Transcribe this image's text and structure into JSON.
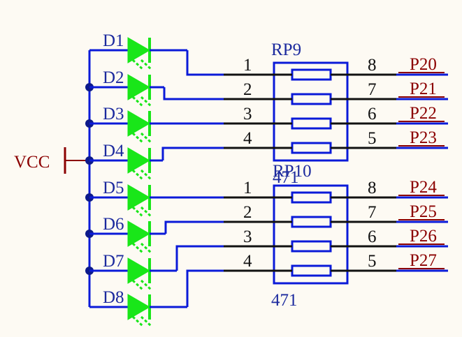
{
  "power": {
    "label": "VCC"
  },
  "leds": [
    "D1",
    "D2",
    "D3",
    "D4",
    "D5",
    "D6",
    "D7",
    "D8"
  ],
  "resistor_packs": [
    {
      "name": "RP9",
      "value": "471",
      "left_pins": [
        "1",
        "2",
        "3",
        "4"
      ],
      "right_pins": [
        "8",
        "7",
        "6",
        "5"
      ],
      "nets": [
        "P20",
        "P21",
        "P22",
        "P23"
      ]
    },
    {
      "name": "RP10",
      "value": "471",
      "left_pins": [
        "1",
        "2",
        "3",
        "4"
      ],
      "right_pins": [
        "8",
        "7",
        "6",
        "5"
      ],
      "nets": [
        "P24",
        "P25",
        "P26",
        "P27"
      ]
    }
  ],
  "colors": {
    "wire": "#0a1ad8",
    "led": "#19e619",
    "net_label": "#8b0000",
    "pin": "#111111"
  }
}
